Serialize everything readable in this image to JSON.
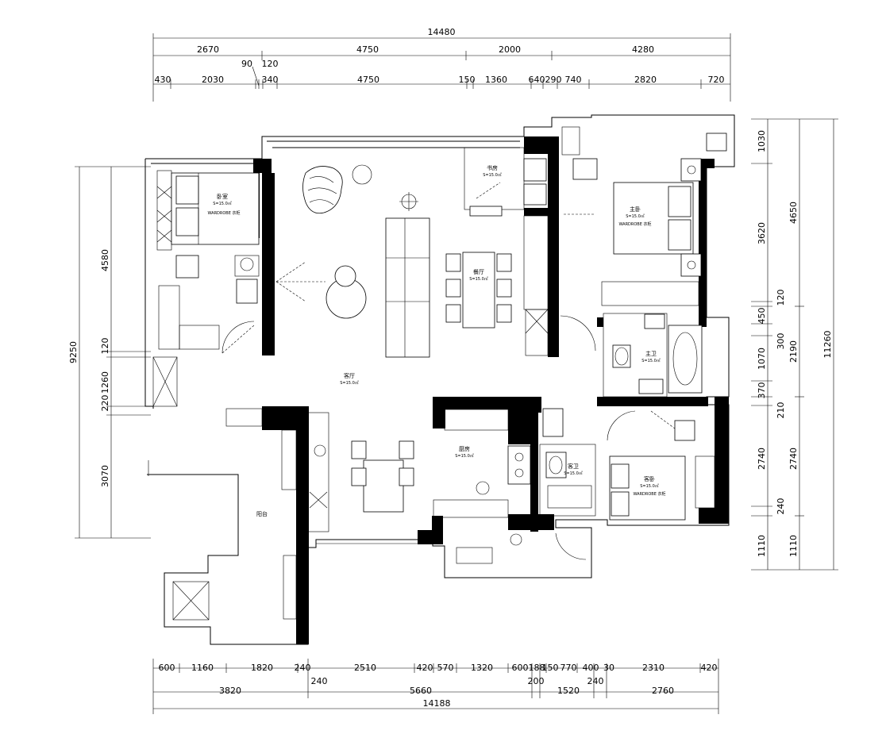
{
  "dimensions": {
    "top_total": "14480",
    "top_row1": [
      "2670",
      "4750",
      "2000",
      "4280"
    ],
    "top_row2": [
      "430",
      "2030",
      "90",
      "120",
      "340",
      "4750",
      "150",
      "1360",
      "640",
      "290",
      "740",
      "2820",
      "720"
    ],
    "bottom_row1": [
      "600",
      "1160",
      "1820",
      "240",
      "2510",
      "420",
      "570",
      "1320",
      "600",
      "188",
      "150",
      "770",
      "400",
      "30",
      "2310",
      "420"
    ],
    "bottom_row2": [
      "240",
      "200",
      "240"
    ],
    "bottom_row3": [
      "3820",
      "5660",
      "1520",
      "2760"
    ],
    "bottom_total": "14188",
    "left_outer": "9250",
    "left_inner": [
      "4580",
      "120",
      "1260",
      "220",
      "3070"
    ],
    "right_outer": "11260",
    "right_mid": [
      "4650",
      "2190",
      "2740",
      "1110"
    ],
    "right_inner": [
      "1030",
      "3620",
      "120",
      "450",
      "300",
      "1070",
      "370",
      "210",
      "2740",
      "240",
      "1110"
    ]
  },
  "rooms": {
    "bedroom_left": "卧室",
    "study": "书房",
    "master_bedroom": "主卧",
    "master_bath": "主卫",
    "living": "客厅",
    "dining": "餐厅",
    "kitchen": "厨房",
    "guest_bedroom": "客卧",
    "guest_bath": "客卫",
    "balcony": "阳台"
  },
  "room_sub": "S=15.0㎡",
  "furniture_sub": "WARDROBE 衣柜"
}
